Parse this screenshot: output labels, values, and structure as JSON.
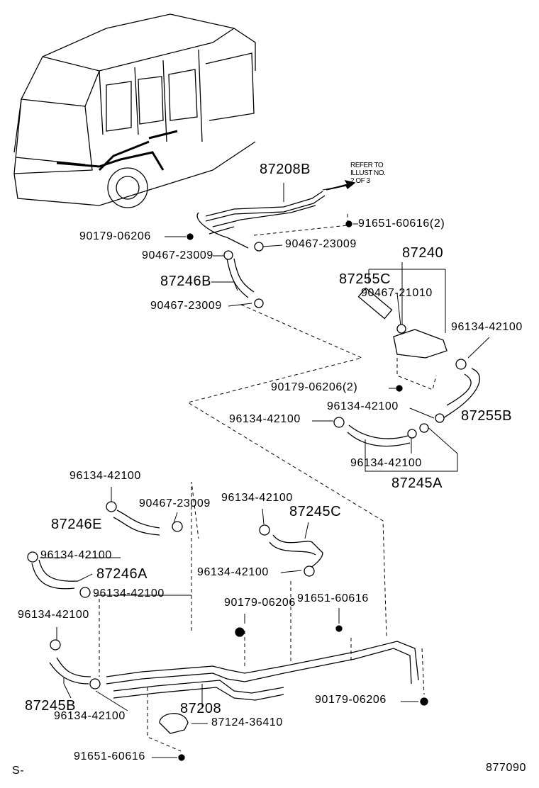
{
  "parts": [
    {
      "id": "p1",
      "label": "87208B",
      "size": "big"
    },
    {
      "id": "p2",
      "label": "90179-06206"
    },
    {
      "id": "p3",
      "label": "91651-60616(2)"
    },
    {
      "id": "p4",
      "label": "90467-23009"
    },
    {
      "id": "p5",
      "label": "90467-23009"
    },
    {
      "id": "p6",
      "label": "87240",
      "size": "big"
    },
    {
      "id": "p7",
      "label": "87246B",
      "size": "big"
    },
    {
      "id": "p8",
      "label": "87255C",
      "size": "big"
    },
    {
      "id": "p9",
      "label": "90467-21010"
    },
    {
      "id": "p10",
      "label": "90467-23009"
    },
    {
      "id": "p11",
      "label": "96134-42100"
    },
    {
      "id": "p12",
      "label": "90179-06206(2)"
    },
    {
      "id": "p13",
      "label": "96134-42100"
    },
    {
      "id": "p14",
      "label": "87255B",
      "size": "big"
    },
    {
      "id": "p15",
      "label": "96134-42100"
    },
    {
      "id": "p16",
      "label": "96134-42100"
    },
    {
      "id": "p17",
      "label": "87245A",
      "size": "big"
    },
    {
      "id": "p18",
      "label": "96134-42100"
    },
    {
      "id": "p19",
      "label": "90467-23009"
    },
    {
      "id": "p20",
      "label": "96134-42100"
    },
    {
      "id": "p21",
      "label": "87245C",
      "size": "big"
    },
    {
      "id": "p22",
      "label": "87246E",
      "size": "big"
    },
    {
      "id": "p23",
      "label": "96134-42100"
    },
    {
      "id": "p24",
      "label": "87246A",
      "size": "big"
    },
    {
      "id": "p25",
      "label": "96134-42100"
    },
    {
      "id": "p26",
      "label": "96134-42100"
    },
    {
      "id": "p27",
      "label": "90179-06206"
    },
    {
      "id": "p28",
      "label": "91651-60616"
    },
    {
      "id": "p29",
      "label": "96134-42100"
    },
    {
      "id": "p30",
      "label": "87245B",
      "size": "big"
    },
    {
      "id": "p31",
      "label": "87208",
      "size": "big"
    },
    {
      "id": "p32",
      "label": "90179-06206"
    },
    {
      "id": "p33",
      "label": "96134-42100"
    },
    {
      "id": "p34",
      "label": "87124-36410"
    },
    {
      "id": "p35",
      "label": "91651-60616"
    }
  ],
  "refer_note": {
    "line1": "REFER TO",
    "line2": "ILLUST NO.",
    "line3": "2 OF 3"
  },
  "footer": {
    "left": "S-",
    "right": "877090"
  }
}
